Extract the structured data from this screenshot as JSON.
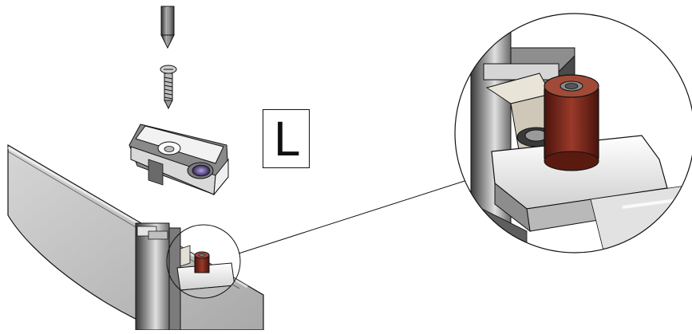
{
  "diagram": {
    "step_label": "L",
    "parts": [
      {
        "name": "drill-bit-icon"
      },
      {
        "name": "screw-icon"
      },
      {
        "name": "mounting-bracket-icon"
      },
      {
        "name": "door-panel"
      },
      {
        "name": "hinge-assembly"
      },
      {
        "name": "detail-magnifier-circle"
      },
      {
        "name": "callout-leader-line"
      }
    ],
    "colors": {
      "panel_fill": "#c9c9c9",
      "metal_dark": "#5a5a5a",
      "metal_light": "#e8e8e8",
      "bushing_red": "#7a2a1e",
      "bracket_white": "#f4f4f4",
      "lens_purple": "#6b5a8c"
    }
  }
}
